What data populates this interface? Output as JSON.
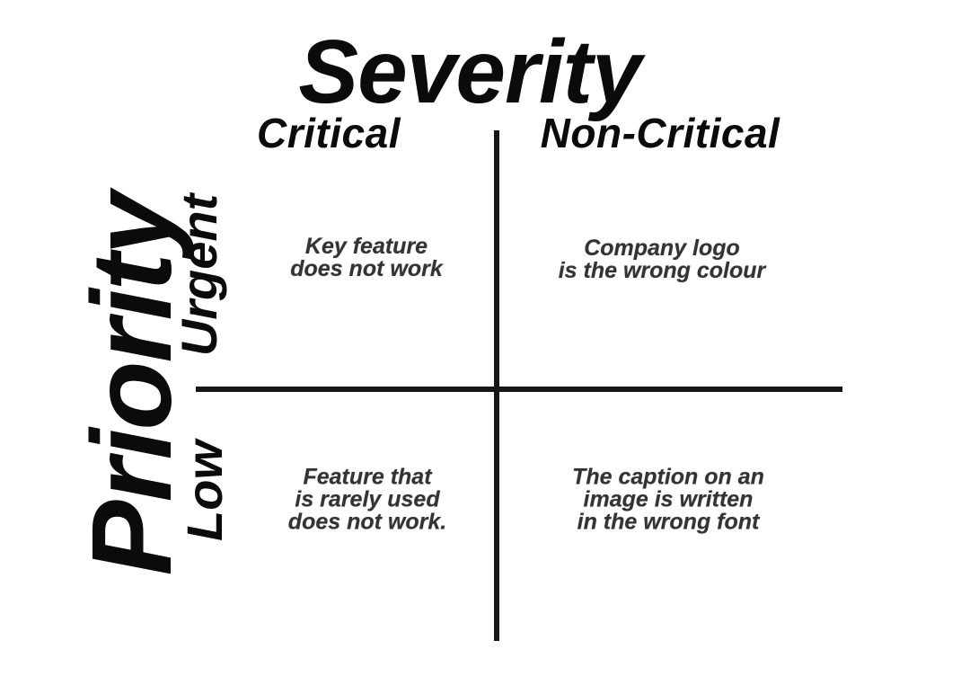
{
  "diagram": {
    "x_axis": {
      "title": "Severity",
      "labels": {
        "left": "Critical",
        "right": "Non-Critical"
      }
    },
    "y_axis": {
      "title": "Priority",
      "labels": {
        "top": "Urgent",
        "bottom": "Low"
      }
    },
    "quadrants": {
      "urgent_critical": {
        "lines": [
          "Key feature",
          "does not work"
        ]
      },
      "urgent_non_critical": {
        "lines": [
          "Company logo",
          "is the wrong colour"
        ]
      },
      "low_critical": {
        "lines": [
          "Feature that",
          "is rarely used",
          "does not work."
        ]
      },
      "low_non_critical": {
        "lines": [
          "The caption on an",
          "image is written",
          "in the wrong font"
        ]
      }
    },
    "colors": {
      "heading_text": "#0b0b0b",
      "body_text": "#333333",
      "axis_line": "#161616",
      "background": "#ffffff"
    }
  }
}
